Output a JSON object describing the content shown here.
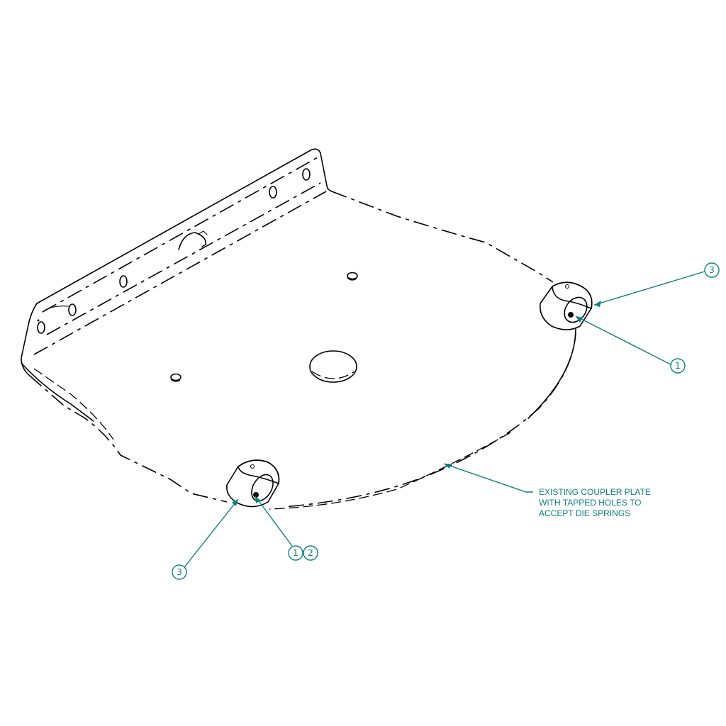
{
  "colors": {
    "linework": "#000000",
    "annotation": "#0e7f7f",
    "background": "#ffffff"
  },
  "balloons": {
    "top_right_3": "3",
    "top_right_1": "1",
    "bottom_left_3": "3",
    "bottom_1": "1",
    "bottom_2": "2"
  },
  "note": {
    "line1": "EXISTING COUPLER PLATE",
    "line2": "WITH TAPPED HOLES TO",
    "line3": "ACCEPT DIE SPRINGS"
  }
}
